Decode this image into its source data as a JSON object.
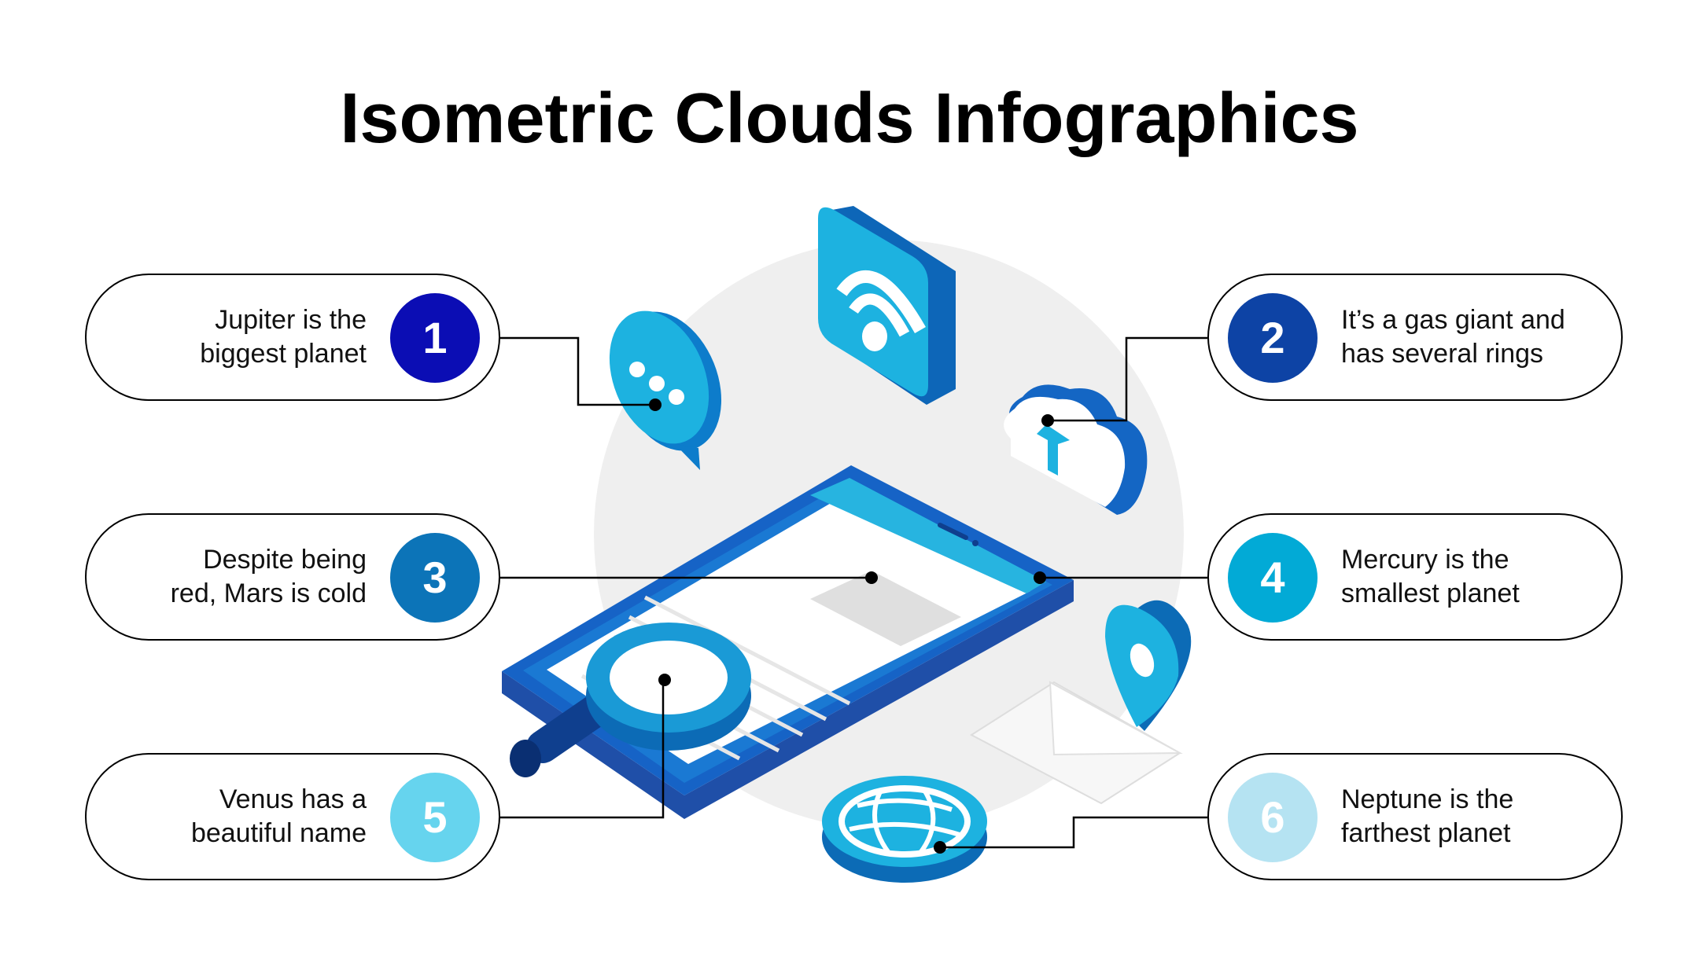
{
  "title": "Isometric Clouds Infographics",
  "items": [
    {
      "number": "1",
      "line1": "Jupiter is the",
      "line2": "biggest planet",
      "color": "#0b0db4"
    },
    {
      "number": "2",
      "line1": "It’s a gas giant and",
      "line2": "has several rings",
      "color": "#0d43a5"
    },
    {
      "number": "3",
      "line1": "Despite being",
      "line2": "red, Mars is cold",
      "color": "#0c74b8"
    },
    {
      "number": "4",
      "line1": "Mercury is the",
      "line2": "smallest planet",
      "color": "#02aad6"
    },
    {
      "number": "5",
      "line1": "Venus has a",
      "line2": "beautiful name",
      "color": "#66d4ee"
    },
    {
      "number": "6",
      "line1": "Neptune is the",
      "line2": "farthest planet",
      "color": "#b5e3f2"
    }
  ],
  "icons": [
    "chat-bubble-icon",
    "wifi-icon",
    "cloud-upload-icon",
    "smartphone-icon",
    "magnifier-icon",
    "location-pin-icon",
    "envelope-icon",
    "globe-icon"
  ]
}
